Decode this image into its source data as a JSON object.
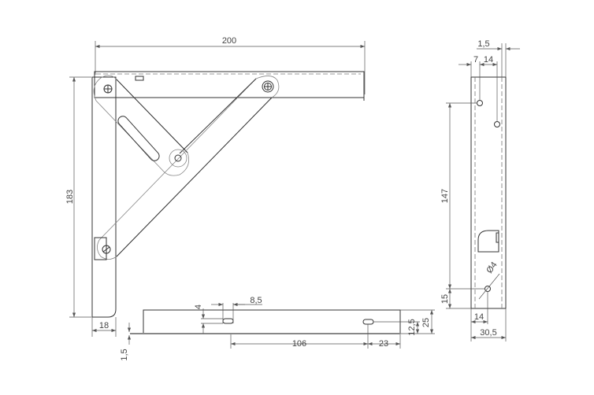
{
  "front_view": {
    "dim_width": "200",
    "dim_height": "183",
    "dim_leg_width": "18"
  },
  "bottom_view": {
    "dim_slot_width": "8,5",
    "dim_slot_height": "4",
    "dim_hole_spacing": "106",
    "dim_hole_edge": "23",
    "dim_hole_center": "12,5",
    "dim_height": "25",
    "dim_thickness": "1,5"
  },
  "side_view": {
    "dim_thickness": "1,5",
    "dim_hole_offset_1": "7",
    "dim_hole_offset_2": "14",
    "dim_hole_spacing": "147",
    "dim_hole_bottom": "15",
    "dim_hole_side": "14",
    "dim_width": "30,5",
    "dim_hole_diameter": "Ø4"
  }
}
